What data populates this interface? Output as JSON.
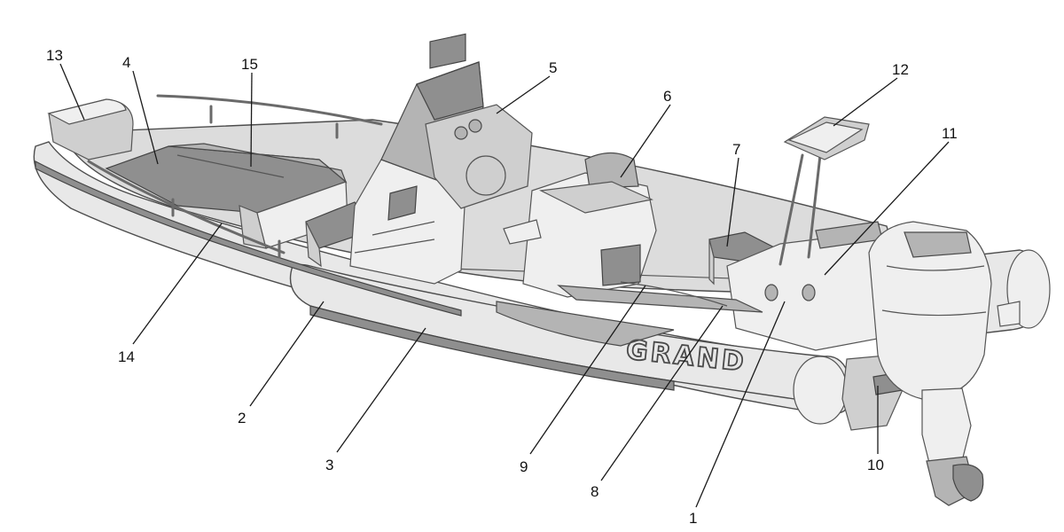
{
  "brand": {
    "hull_lettering": "GRAND"
  },
  "callouts": [
    {
      "id": "c1",
      "label": "1"
    },
    {
      "id": "c2",
      "label": "2"
    },
    {
      "id": "c3",
      "label": "3"
    },
    {
      "id": "c4",
      "label": "4"
    },
    {
      "id": "c5",
      "label": "5"
    },
    {
      "id": "c6",
      "label": "6"
    },
    {
      "id": "c7",
      "label": "7"
    },
    {
      "id": "c8",
      "label": "8"
    },
    {
      "id": "c9",
      "label": "9"
    },
    {
      "id": "c10",
      "label": "10"
    },
    {
      "id": "c11",
      "label": "11"
    },
    {
      "id": "c12",
      "label": "12"
    },
    {
      "id": "c13",
      "label": "13"
    },
    {
      "id": "c14",
      "label": "14"
    },
    {
      "id": "c15",
      "label": "15"
    }
  ]
}
